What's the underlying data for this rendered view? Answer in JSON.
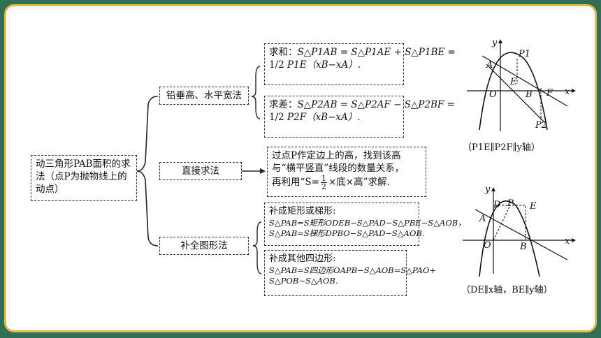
{
  "root": {
    "label": "动三角形PAB面积的求法（点P为抛物线上的动点）"
  },
  "methods": [
    {
      "label": "铅垂高、水平宽法"
    },
    {
      "label": "直接求法"
    },
    {
      "label": "补全图形法"
    }
  ],
  "sum_box": {
    "prefix": "求和：",
    "line1": "S△P1AB = S△P1AE + S△P1BE =",
    "half": "1/2",
    "line2": "P1E（xB−xA）."
  },
  "diff_box": {
    "prefix": "求差：",
    "line1": "S△P2AB = S△P2AF − S△P2BF =",
    "half": "1/2",
    "line2": "P2F（xB−xA）."
  },
  "direct_box": {
    "line1": "过点P作定边上的高，找到该高",
    "line2": "与“横平竖直”线段的数量关系，",
    "line3_a": "再利用“S=",
    "line3_b": "×底×高”求解."
  },
  "rect_box": {
    "title": "补成矩形或梯形:",
    "line1": "S△PAB=S矩形ODEB−S△PAD−S△PBE−S△AOB，",
    "line2": "S△PAB=S梯形DPBO−S△PAD−S△AOB."
  },
  "quad_box": {
    "title": "补成其他四边形:",
    "line1": "S△PAB=S四边形OAPB−S△AOB=S△PAO+",
    "line2": "S△POB−S△AOB."
  },
  "graph1": {
    "labels": {
      "x": "x",
      "y": "y",
      "O": "O",
      "A": "A",
      "P1": "P1",
      "E": "E",
      "B": "B",
      "F": "F",
      "P2": "P2"
    },
    "caption": "（P1E∥P2F∥y轴）"
  },
  "graph2": {
    "labels": {
      "x": "x",
      "y": "y",
      "O": "O",
      "A": "A",
      "D": "D",
      "P": "P",
      "E": "E",
      "B": "B"
    },
    "caption": "（DE∥x轴，BE∥y轴）"
  }
}
